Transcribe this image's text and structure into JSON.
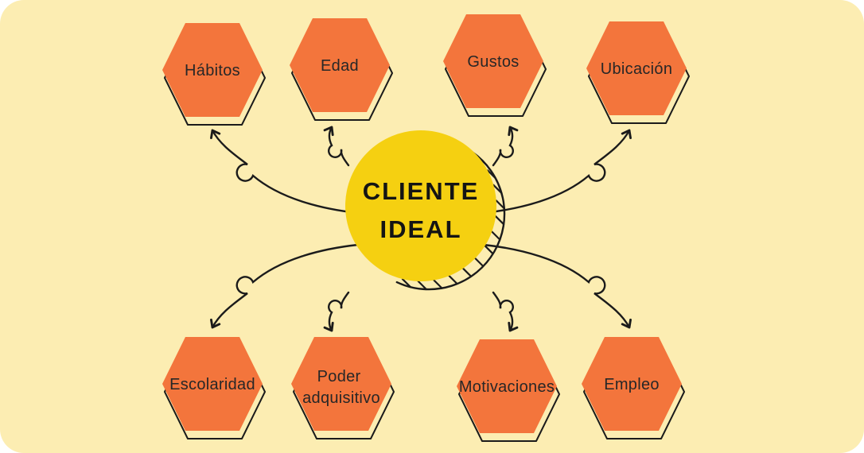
{
  "page": {
    "background": "#ffffff"
  },
  "colors": {
    "board": "#FCEDB2",
    "hexagon_fill": "#F3753C",
    "center_circle": "#F5D011",
    "ink": "#1b1b1b",
    "label_text": "#272727",
    "title_text": "#141414"
  },
  "center": {
    "line1": "CLIENTE",
    "line2": "IDEAL"
  },
  "nodes": [
    {
      "id": "habitos",
      "label": "Hábitos"
    },
    {
      "id": "edad",
      "label": "Edad"
    },
    {
      "id": "gustos",
      "label": "Gustos"
    },
    {
      "id": "ubicacion",
      "label": "Ubicación"
    },
    {
      "id": "escolaridad",
      "label": "Escolaridad"
    },
    {
      "id": "poder-adquisitivo",
      "label": "Poder adquisitivo",
      "label_line1": "Poder",
      "label_line2": "adquisitivo"
    },
    {
      "id": "motivaciones",
      "label": "Motivaciones"
    },
    {
      "id": "empleo",
      "label": "Empleo"
    }
  ]
}
